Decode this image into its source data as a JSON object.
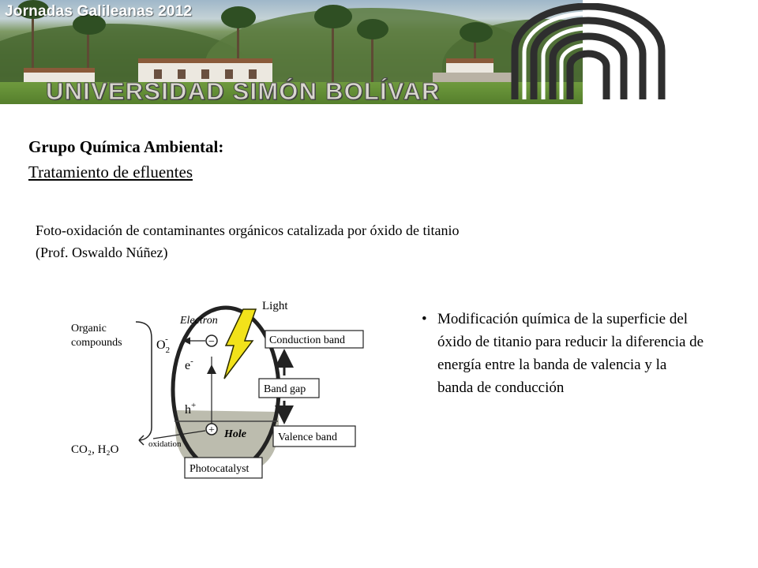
{
  "header": {
    "conference": "Jornadas Galileanas 2012",
    "university": "UNIVERSIDAD SIMÓN BOLÍVAR",
    "logo_icon": "usb-concentric-arches-logo"
  },
  "slide": {
    "group_title": "Grupo Química Ambiental:",
    "group_subtitle": "Tratamiento de efluentes",
    "description_line1": "Foto-oxidación de contaminantes orgánicos catalizada por óxido de titanio",
    "description_line2": "(Prof. Oswaldo Núñez)",
    "bullet": "Modificación química de la superficie del óxido de titanio para reducir la diferencia de energía entre la banda de valencia y la banda de conducción"
  },
  "diagram": {
    "light": "Light",
    "electron": "Electron",
    "organic_line1": "Organic",
    "organic_line2": "compounds",
    "o2": "O",
    "o2_sub": "2",
    "o2_sup": "-",
    "e_minus": "e",
    "e_sup": "-",
    "h_plus": "h",
    "h_sup": "+",
    "minus_sign": "−",
    "plus_sign": "+",
    "conduction_band": "Conduction band",
    "band_gap": "Band gap",
    "valence_band": "Valence band",
    "hole": "Hole",
    "oxidation": "oxidation",
    "products": "CO₂, H₂O",
    "photocatalyst": "Photocatalyst",
    "colors": {
      "lightning": "#f2e21a",
      "lightning_stroke": "#2a2a00",
      "valence_fill": "#b8b8a8"
    }
  }
}
